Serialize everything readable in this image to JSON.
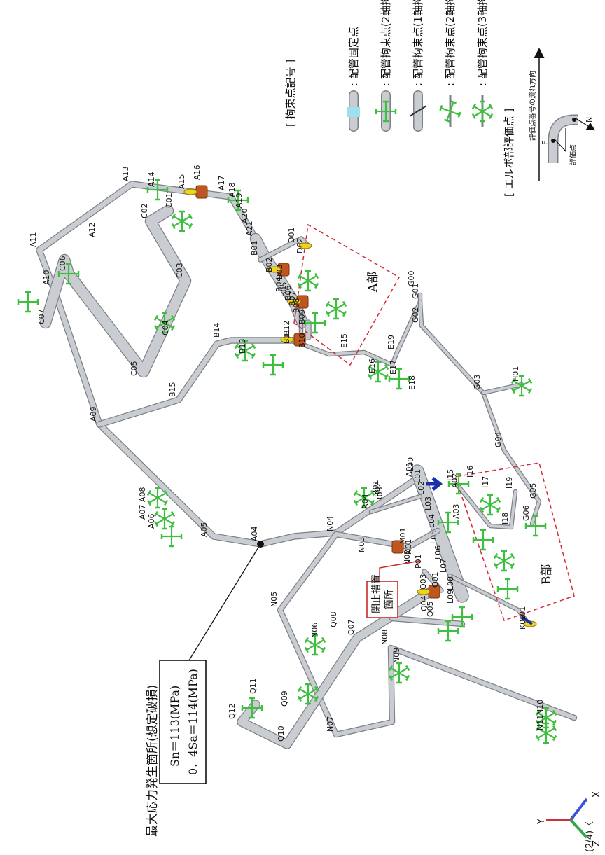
{
  "max_stress": {
    "title": "最大応力発生箇所(想定破損)",
    "line1": "Sn＝113(MPa)",
    "line2": "0．4Sa＝114(MPa)"
  },
  "closure_label_1": "閉止措置",
  "closure_label_2": "箇所",
  "region_a": "A部",
  "region_b": "B部",
  "page_marker": "(2/4)〈",
  "axes": {
    "x": "X",
    "y": "Y",
    "z": "Z"
  },
  "legend": {
    "title": "[ 拘束点記号 ]",
    "items": [
      ": 配管固定点",
      ": 配管拘束点(2軸拘束)",
      ": 配管拘束点(1軸拘束)",
      ": 配管拘束点(2軸拘束)",
      ": 配管拘束点(3軸拘束)"
    ],
    "elbow_title": "[ エルボ部評価点 ]",
    "flow_label": "評価点番号の流れ方向",
    "eval_point": "評価点",
    "f_label": "F",
    "n_label": "N"
  },
  "colors": {
    "pipe": "#c9ccd0",
    "pipe_edge": "#7d8187",
    "support": "#3fbf3f",
    "valve": "#c0561f",
    "flange": "#f1d31a",
    "dash": "#d42a3c",
    "arrow": "#1a2fa8"
  },
  "node_labels": [
    "A01",
    "A02",
    "A03",
    "A04",
    "A05",
    "A06",
    "A07",
    "A08",
    "A09",
    "A10",
    "A11",
    "A12",
    "A13",
    "A14",
    "A15",
    "A16",
    "A17",
    "A18",
    "A19",
    "A20",
    "A21",
    "B01",
    "B02",
    "B03",
    "B04",
    "B05",
    "B06",
    "B07",
    "B08",
    "B09",
    "B10",
    "B11",
    "B12",
    "B13",
    "B14",
    "B15",
    "C01",
    "C02",
    "C03",
    "C04",
    "C05",
    "C06",
    "C07",
    "D01",
    "D02",
    "E15",
    "E16",
    "E17",
    "E18",
    "E19",
    "G00",
    "G01",
    "G02",
    "G03",
    "G04",
    "G05",
    "G06",
    "H01",
    "I15",
    "I16",
    "I17",
    "I18",
    "I19",
    "K01",
    "K02",
    "L00",
    "L01",
    "L02",
    "L03",
    "L04",
    "L05",
    "L06",
    "L07",
    "L08",
    "L09",
    "M01",
    "N01",
    "N02",
    "N03",
    "N04",
    "N05",
    "N06",
    "N07",
    "N08",
    "N09",
    "N10",
    "N11",
    "P01",
    "Q01",
    "Q03",
    "Q04",
    "Q05",
    "Q06",
    "Q07",
    "Q08",
    "Q09",
    "Q10",
    "Q11",
    "Q12",
    "R01",
    "R02",
    "R03",
    "R04"
  ]
}
